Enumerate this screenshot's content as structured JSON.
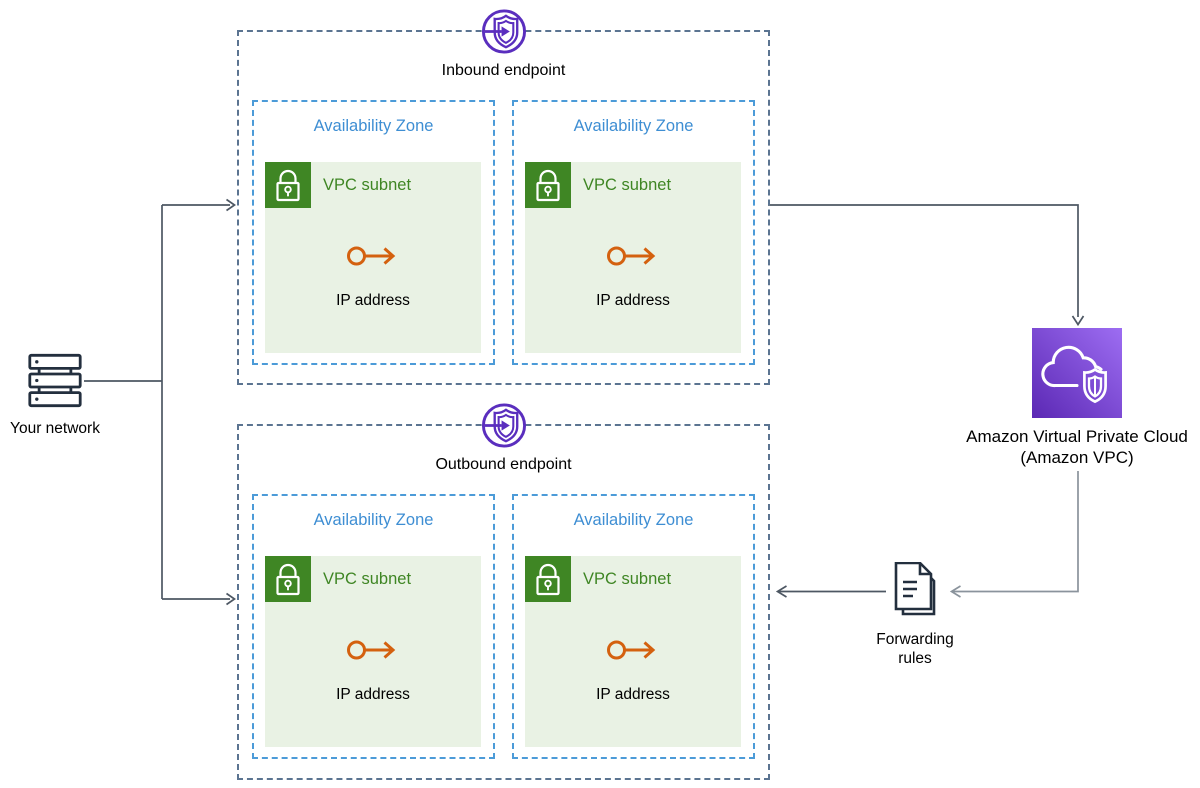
{
  "your_network": {
    "label": "Your network"
  },
  "inbound_endpoint": {
    "label": "Inbound endpoint",
    "zones": [
      {
        "az_label": "Availability Zone",
        "subnet_label": "VPC subnet",
        "ip_label": "IP address"
      },
      {
        "az_label": "Availability Zone",
        "subnet_label": "VPC subnet",
        "ip_label": "IP address"
      }
    ]
  },
  "outbound_endpoint": {
    "label": "Outbound endpoint",
    "zones": [
      {
        "az_label": "Availability Zone",
        "subnet_label": "VPC subnet",
        "ip_label": "IP address"
      },
      {
        "az_label": "Availability Zone",
        "subnet_label": "VPC subnet",
        "ip_label": "IP address"
      }
    ]
  },
  "vpc": {
    "label_line1": "Amazon Virtual Private Cloud",
    "label_line2": "(Amazon VPC)"
  },
  "forwarding_rules": {
    "label_line1": "Forwarding",
    "label_line2": "rules"
  },
  "icons": {
    "your_network_icon": "server-stack",
    "endpoint_icon": "shield-with-inbound-arrow",
    "subnet_icon": "padlock",
    "ip_icon": "circle-arrow-right",
    "vpc_icon": "cloud-with-shield",
    "forwarding_icon": "document-stack"
  },
  "colors": {
    "endpoint_purple": "#5A2EBE",
    "vpc_gradient_light": "#9D6DF2",
    "vpc_gradient_dark": "#5B28B4",
    "subnet_green": "#3F8624",
    "subnet_fill": "#E9F2E4",
    "az_blue_text": "#3E8ED3",
    "az_blue_border": "#4C9BD8",
    "group_border": "#5B7491",
    "ip_orange": "#D4610F",
    "icon_navy": "#232F3E",
    "arrow_dark": "#4D5763",
    "arrow_light": "#8A939C"
  }
}
